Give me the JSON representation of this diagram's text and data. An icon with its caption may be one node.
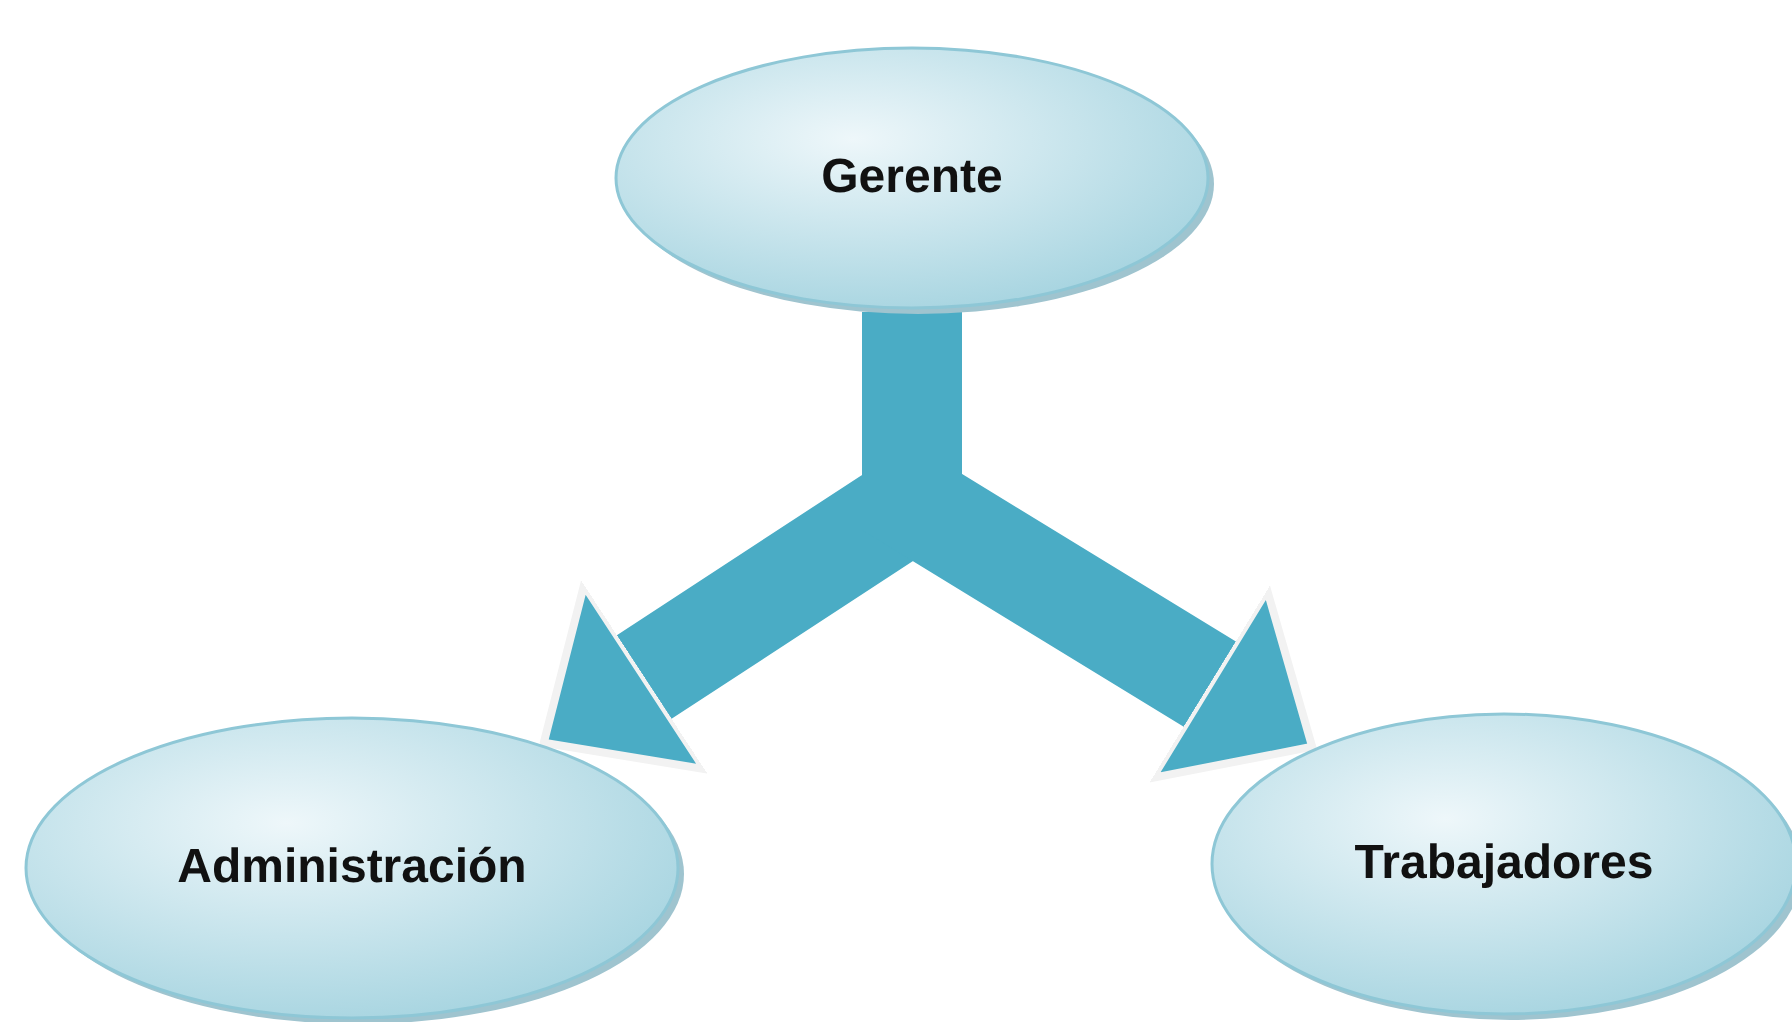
{
  "diagram": {
    "nodes": [
      {
        "text": [
          "Gerente"
        ]
      },
      {
        "text": [
          "Administración"
        ]
      },
      {
        "text": [
          "Trabajadores"
        ]
      }
    ],
    "edges": [
      {
        "from": 0,
        "to": 1,
        "arrow": "to"
      },
      {
        "from": 0,
        "to": 2,
        "arrow": "to"
      }
    ]
  }
}
